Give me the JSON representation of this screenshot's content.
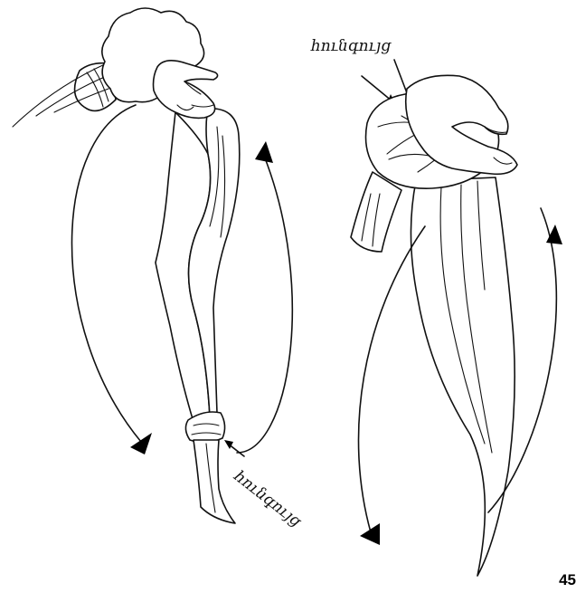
{
  "figure": {
    "page_number": "45",
    "labels": {
      "top_right": "հունգույց",
      "bottom_left": "հունգույց"
    }
  }
}
